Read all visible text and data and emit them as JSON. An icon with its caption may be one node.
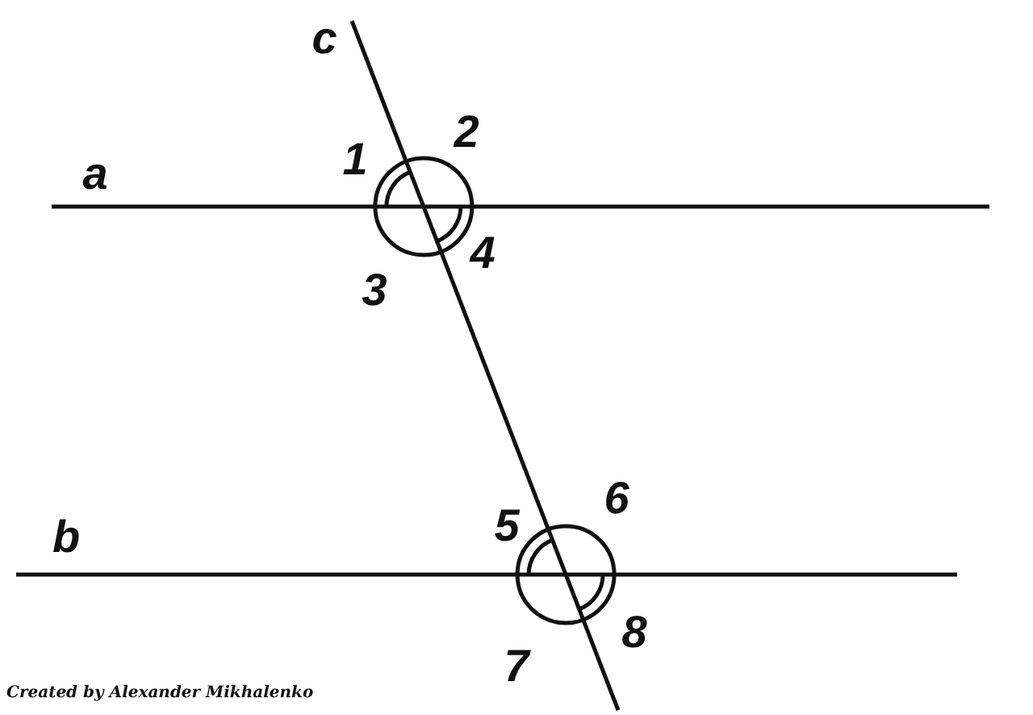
{
  "diagram": {
    "labels": [
      "c",
      "2",
      "1",
      "a",
      "4",
      "3",
      "6",
      "5",
      "b",
      "8",
      "7",
      "Created by Alexander Mikhalenko"
    ]
  }
}
